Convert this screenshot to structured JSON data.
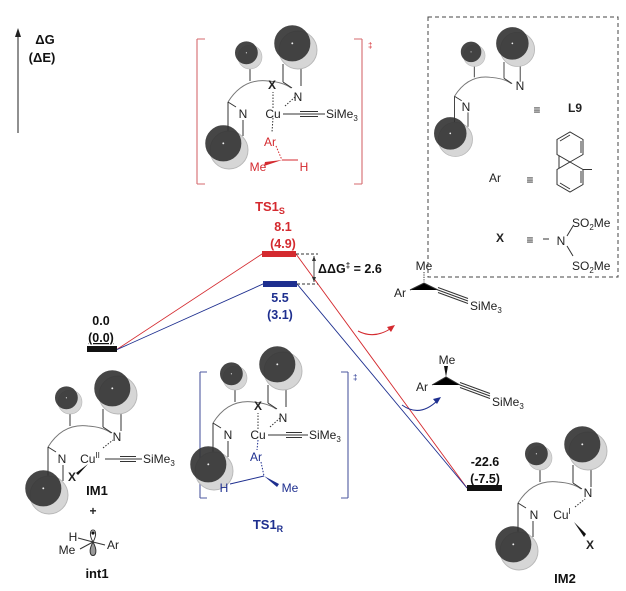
{
  "axis": {
    "line1": "ΔG",
    "line2": "(ΔE)"
  },
  "colors": {
    "s_path": "#d42a2f",
    "r_path": "#1e2f8f",
    "sphere": "#d9d9d9"
  },
  "ts1s": {
    "name": "TS1",
    "sub": "S",
    "dagger": "‡",
    "energy_g": "8.1",
    "energy_e": "(4.9)",
    "atoms": {
      "x": "X",
      "n_left": "N",
      "n_right": "N",
      "cu": "Cu",
      "si": "SiMe",
      "si_sub": "3",
      "ar": "Ar",
      "me": "Me",
      "h": "H"
    }
  },
  "ts1r": {
    "name": "TS1",
    "sub": "R",
    "dagger": "‡",
    "energy_g": "5.5",
    "energy_e": "(3.1)",
    "atoms": {
      "x": "X",
      "n_left": "N",
      "n_right": "N",
      "cu": "Cu",
      "si": "SiMe",
      "si_sub": "3",
      "ar": "Ar",
      "me": "Me",
      "h": "H"
    }
  },
  "ddg": {
    "label": "ΔΔG",
    "dagger": "‡",
    "value": " = 2.6"
  },
  "im1": {
    "name": "IM1",
    "energy_g": "0.0",
    "energy_e": "(0.0)",
    "plus": "+",
    "atoms": {
      "x": "X",
      "n_left": "N",
      "n_right": "N",
      "cu": "Cu",
      "cu_ox": "II",
      "si": "SiMe",
      "si_sub": "3"
    }
  },
  "int1": {
    "name": "int1",
    "atoms": {
      "h": "H",
      "me": "Me",
      "ar": "Ar"
    }
  },
  "im2": {
    "name": "IM2",
    "energy_g": "-22.6",
    "energy_e": "(-7.5)",
    "atoms": {
      "x": "X",
      "n_left": "N",
      "n_right": "N",
      "cu": "Cu",
      "cu_ox": "I"
    }
  },
  "product_s": {
    "me": "Me",
    "ar": "Ar",
    "si": "SiMe",
    "si_sub": "3"
  },
  "product_r": {
    "me": "Me",
    "ar": "Ar",
    "si": "SiMe",
    "si_sub": "3"
  },
  "legend": {
    "l9_n_left": "N",
    "l9_n_right": "N",
    "equiv": "≡",
    "l9": "L9",
    "ar": "Ar",
    "x": "X",
    "x_n": "N",
    "so2me_top": "SO",
    "so2me_top_sub": "2",
    "so2me_top_me": "Me",
    "so2me_bot": "SO",
    "so2me_bot_sub": "2",
    "so2me_bot_me": "Me"
  }
}
